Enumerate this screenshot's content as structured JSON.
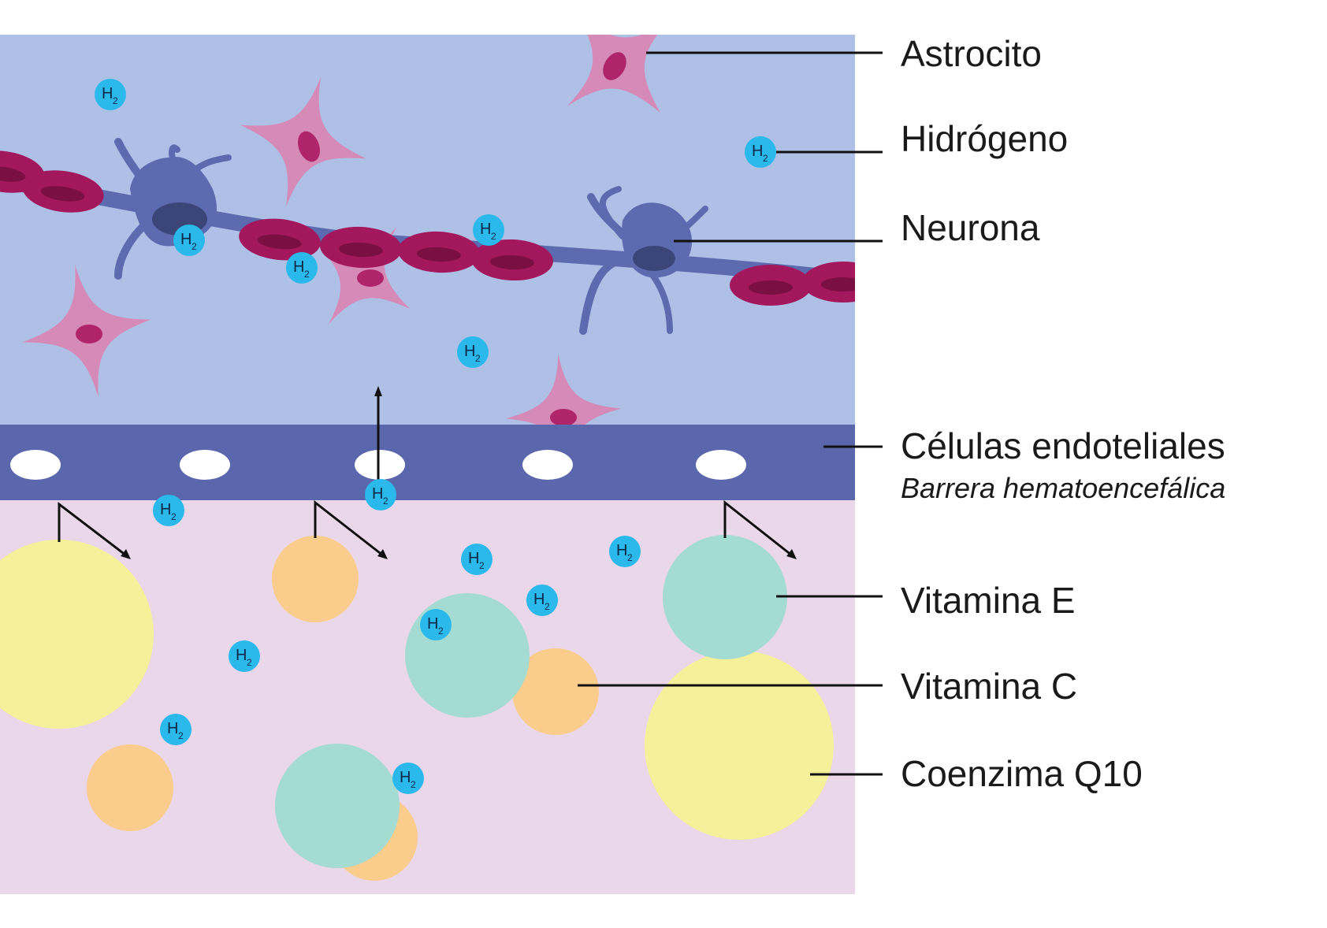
{
  "labels": {
    "astrocito": "Astrocito",
    "hidrogeno": "Hidrógeno",
    "neurona": "Neurona",
    "celulas_endoteliales": "Células endoteliales",
    "barrera": "Barrera hematoencefálica",
    "vitamina_e": "Vitamina E",
    "vitamina_c": "Vitamina C",
    "coenzima_q10": "Coenzima Q10"
  },
  "molecule": {
    "symbol": "H",
    "subscript": "2"
  },
  "colors": {
    "brain_bg": "#aec0e6",
    "barrier": "#5a67ad",
    "blood_bg": "#ead7ea",
    "astrocyte": "#d58ab8",
    "astrocyte_nucleus": "#b0246c",
    "neuron": "#5c6bb0",
    "neuron_nucleus": "#3b4577",
    "red_cell": "#a3175c",
    "hydrogen": "#2bb8ea",
    "vitamin_e": "#a4dbd2",
    "vitamin_c": "#fbcd8c",
    "coenzyme_q10": "#f5f09a"
  }
}
